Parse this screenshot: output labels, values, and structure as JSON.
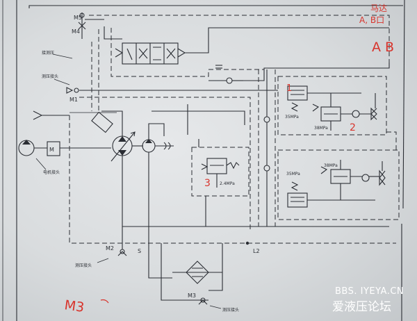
{
  "annotations": {
    "motor_ports_line1": "马达",
    "motor_ports_line2": "A, B口",
    "ab": "A B",
    "n1": "1",
    "n2": "2",
    "n3": "3",
    "m3": "M3"
  },
  "ports": {
    "m5": "M5",
    "m4": "M4",
    "m1": "M1",
    "m2": "M2",
    "m3": "M3",
    "s": "S",
    "l2": "L2"
  },
  "pressures": {
    "relief_top_1": "35MPa",
    "relief_top_2": "38MPa",
    "relief_bottom_1": "35MPa",
    "relief_bottom_2": "38MPa",
    "charge_relief": "2.4MPa"
  },
  "watermark": {
    "url": "BBS. IYEYA.CN",
    "name": "爱液压论坛"
  },
  "colors": {
    "line": "#2a2d33",
    "annotation": "#d8342c",
    "paper": "#dcdfe1"
  }
}
